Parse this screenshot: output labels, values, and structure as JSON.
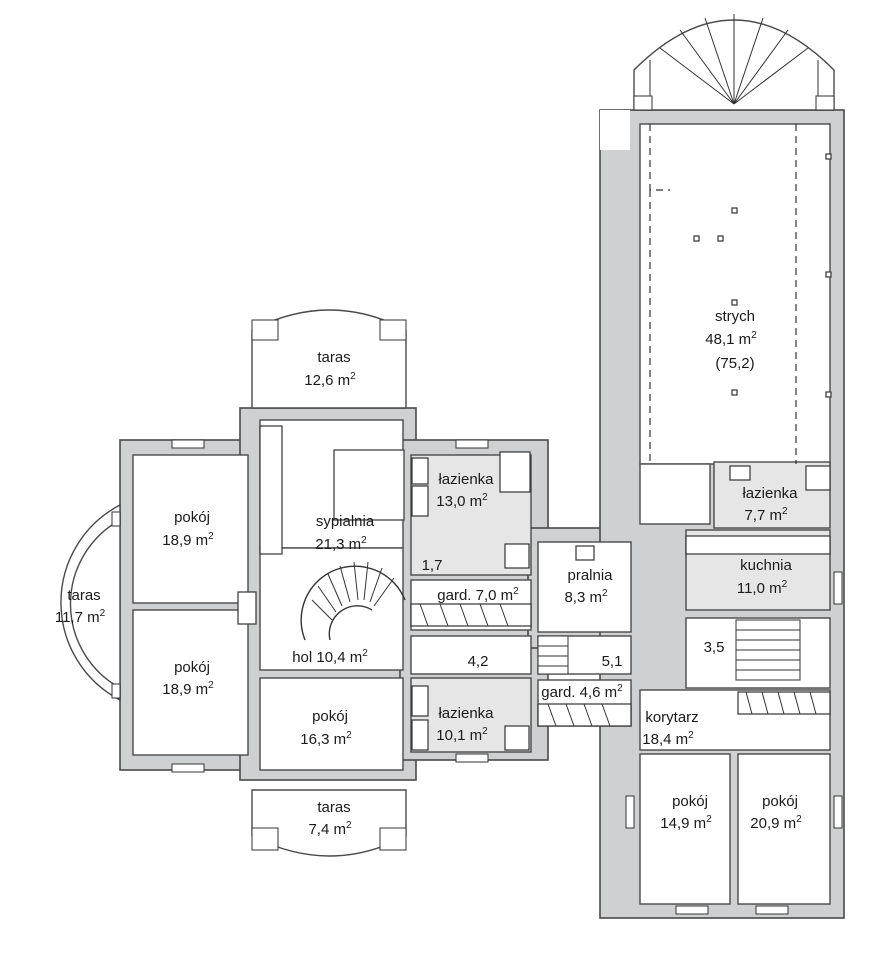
{
  "rooms": {
    "strych": {
      "name": "strych",
      "area": "48,1 m",
      "sup": "2",
      "extra": "(75,2)"
    },
    "taras_top": {
      "name": "taras",
      "area": "12,6 m",
      "sup": "2"
    },
    "lazienka_1": {
      "name": "łazienka",
      "area": "13,0 m",
      "sup": "2"
    },
    "lazienka_2": {
      "name": "łazienka",
      "area": "7,7 m",
      "sup": "2"
    },
    "pokoj_nw": {
      "name": "pokój",
      "area": "18,9 m",
      "sup": "2"
    },
    "sypialnia": {
      "name": "sypialnia",
      "area": "21,3 m",
      "sup": "2"
    },
    "taras_left": {
      "name": "taras",
      "area": "11,7 m",
      "sup": "2"
    },
    "kuchnia": {
      "name": "kuchnia",
      "area": "11,0 m",
      "sup": "2"
    },
    "pralnia": {
      "name": "pralnia",
      "area": "8,3 m",
      "sup": "2"
    },
    "gard_1": {
      "name": "gard. 7,0 m",
      "sup": "2"
    },
    "small_1_7": {
      "value": "1,7"
    },
    "small_3_5": {
      "value": "3,5"
    },
    "pokoj_sw": {
      "name": "pokój",
      "area": "18,9 m",
      "sup": "2"
    },
    "hol": {
      "name": "hol 10,4 m",
      "sup": "2"
    },
    "small_4_2": {
      "value": "4,2"
    },
    "small_5_1": {
      "value": "5,1"
    },
    "gard_2": {
      "name": "gard. 4,6 m",
      "sup": "2"
    },
    "lazienka_3": {
      "name": "łazienka",
      "area": "10,1 m",
      "sup": "2"
    },
    "pokoj_mid": {
      "name": "pokój",
      "area": "16,3 m",
      "sup": "2"
    },
    "korytarz": {
      "name": "korytarz",
      "area": "18,4 m",
      "sup": "2"
    },
    "taras_bottom": {
      "name": "taras",
      "area": "7,4 m",
      "sup": "2"
    },
    "pokoj_r1": {
      "name": "pokój",
      "area": "14,9 m",
      "sup": "2"
    },
    "pokoj_r2": {
      "name": "pokój",
      "area": "20,9 m",
      "sup": "2"
    }
  }
}
